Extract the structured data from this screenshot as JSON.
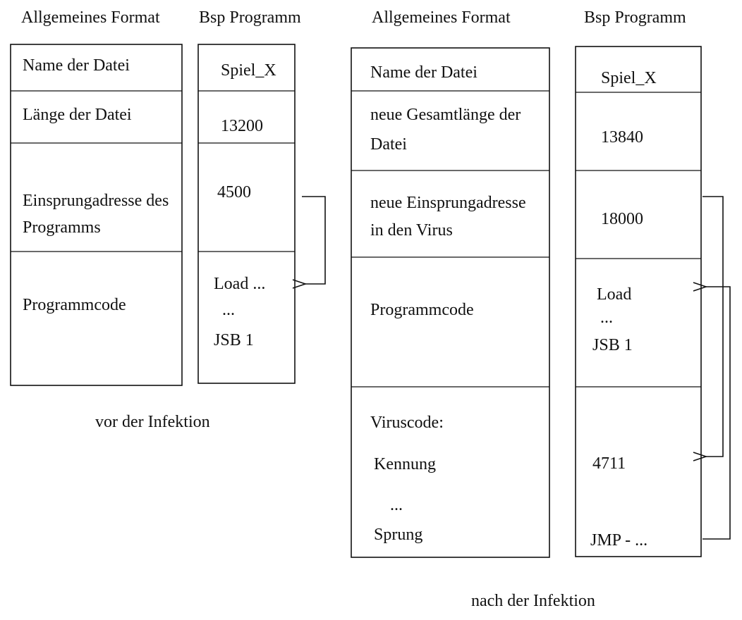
{
  "before": {
    "header_general": "Allgemeines Format",
    "header_example": "Bsp Programm",
    "general_fields": {
      "name": "Name der Datei",
      "length": "Länge der Datei",
      "entry_line1": "Einsprungadresse des",
      "entry_line2": "Programms",
      "code": "Programmcode"
    },
    "example_values": {
      "name": "Spiel_X",
      "length": "13200",
      "entry": "4500",
      "code_line1": "Load ...",
      "code_line2": "...",
      "code_line3": "JSB 1"
    },
    "caption": "vor der Infektion"
  },
  "after": {
    "header_general": "Allgemeines Format",
    "header_example": "Bsp Programm",
    "general_fields": {
      "name": "Name der Datei",
      "length_line1": "neue Gesamtlänge der",
      "length_line2": "Datei",
      "entry_line1": "neue Einsprungadresse",
      "entry_line2": "in den Virus",
      "code": "Programmcode",
      "virus_title": "Viruscode:",
      "virus_id": "Kennung",
      "virus_dots": "...",
      "virus_jump": "Sprung"
    },
    "example_values": {
      "name": "Spiel_X",
      "length": "13840",
      "entry": "18000",
      "code_line1": "Load",
      "code_line2": "...",
      "code_line3": "JSB 1",
      "virus_value": "4711",
      "virus_jump": "JMP - ..."
    },
    "caption": "nach der Infektion"
  }
}
